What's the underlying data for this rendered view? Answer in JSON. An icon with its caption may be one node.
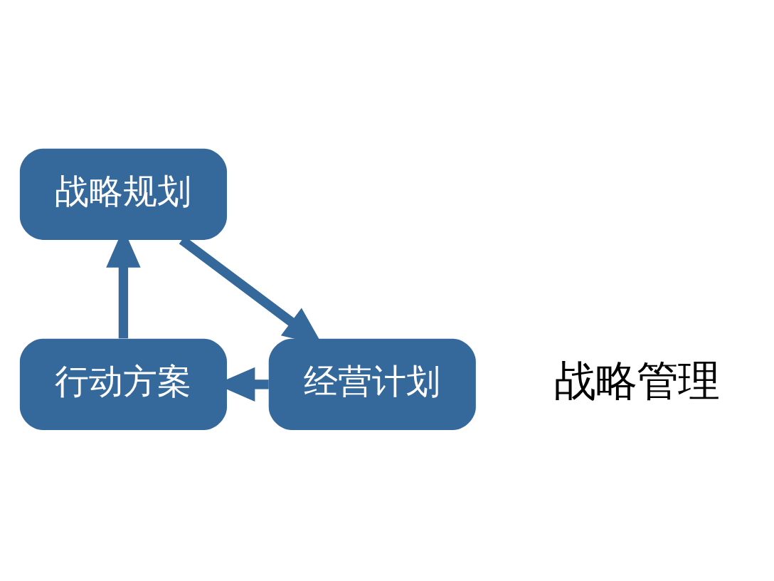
{
  "diagram": {
    "nodes": [
      {
        "text": [
          "战略规划"
        ]
      },
      {
        "text": [
          "经营计划"
        ]
      },
      {
        "text": [
          "行动方案"
        ]
      }
    ],
    "edges": [
      {
        "from": 0,
        "to": 1,
        "arrow": "to"
      },
      {
        "from": 1,
        "to": 2,
        "arrow": "to"
      },
      {
        "from": 2,
        "to": 0,
        "arrow": "to"
      }
    ],
    "labels": [
      "战略管理"
    ]
  }
}
